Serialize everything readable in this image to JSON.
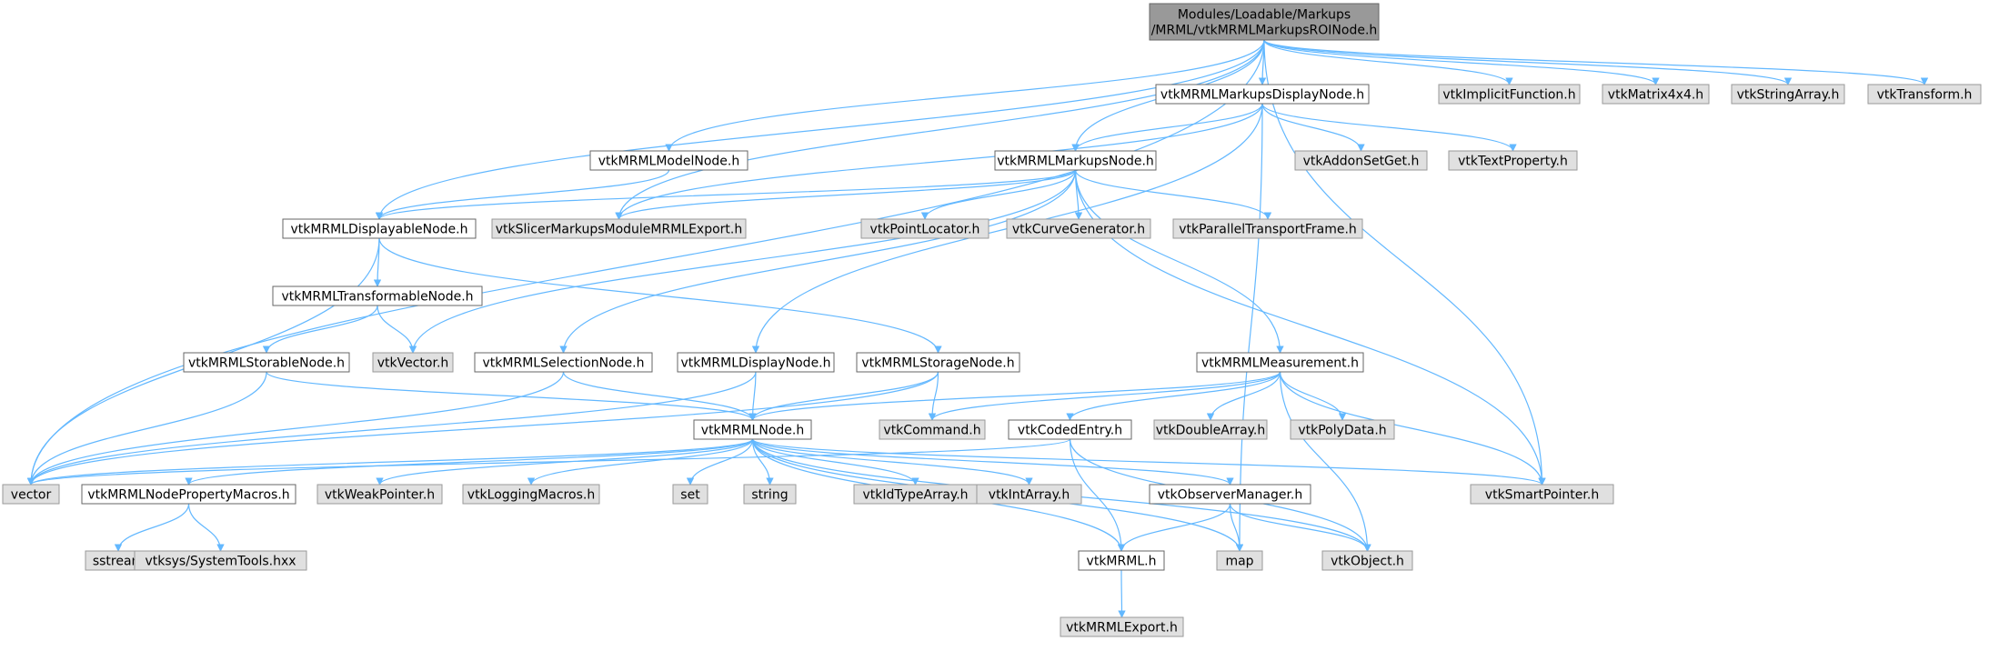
{
  "diagram": {
    "colors": {
      "edge": "#63b8ff",
      "white_fill": "#ffffff",
      "gray_fill": "#e0e0e0",
      "root_fill": "#999999",
      "border": "#666666",
      "gray_border": "#999999",
      "text": "#000000"
    },
    "nodes": [
      {
        "id": "root",
        "lines": [
          "Modules/Loadable/Markups",
          "/MRML/vtkMRMLMarkupsROINode.h"
        ],
        "style": "root"
      },
      {
        "id": "mdisp",
        "lines": [
          "vtkMRMLMarkupsDisplayNode.h"
        ],
        "style": "white"
      },
      {
        "id": "implicit",
        "lines": [
          "vtkImplicitFunction.h"
        ],
        "style": "gray"
      },
      {
        "id": "matrix",
        "lines": [
          "vtkMatrix4x4.h"
        ],
        "style": "gray"
      },
      {
        "id": "strarr",
        "lines": [
          "vtkStringArray.h"
        ],
        "style": "gray"
      },
      {
        "id": "transform",
        "lines": [
          "vtkTransform.h"
        ],
        "style": "gray"
      },
      {
        "id": "model",
        "lines": [
          "vtkMRMLModelNode.h"
        ],
        "style": "white"
      },
      {
        "id": "markups",
        "lines": [
          "vtkMRMLMarkupsNode.h"
        ],
        "style": "white"
      },
      {
        "id": "addon",
        "lines": [
          "vtkAddonSetGet.h"
        ],
        "style": "gray"
      },
      {
        "id": "textprop",
        "lines": [
          "vtkTextProperty.h"
        ],
        "style": "gray"
      },
      {
        "id": "displayable",
        "lines": [
          "vtkMRMLDisplayableNode.h"
        ],
        "style": "white"
      },
      {
        "id": "slicerexport",
        "lines": [
          "vtkSlicerMarkupsModuleMRMLExport.h"
        ],
        "style": "gray"
      },
      {
        "id": "pointloc",
        "lines": [
          "vtkPointLocator.h"
        ],
        "style": "gray"
      },
      {
        "id": "curvegen",
        "lines": [
          "vtkCurveGenerator.h"
        ],
        "style": "gray"
      },
      {
        "id": "parallel",
        "lines": [
          "vtkParallelTransportFrame.h"
        ],
        "style": "gray"
      },
      {
        "id": "transformable",
        "lines": [
          "vtkMRMLTransformableNode.h"
        ],
        "style": "white"
      },
      {
        "id": "storable",
        "lines": [
          "vtkMRMLStorableNode.h"
        ],
        "style": "white"
      },
      {
        "id": "vtkvector",
        "lines": [
          "vtkVector.h"
        ],
        "style": "gray"
      },
      {
        "id": "selection",
        "lines": [
          "vtkMRMLSelectionNode.h"
        ],
        "style": "white"
      },
      {
        "id": "displaynode",
        "lines": [
          "vtkMRMLDisplayNode.h"
        ],
        "style": "white"
      },
      {
        "id": "storage",
        "lines": [
          "vtkMRMLStorageNode.h"
        ],
        "style": "white"
      },
      {
        "id": "measurement",
        "lines": [
          "vtkMRMLMeasurement.h"
        ],
        "style": "white"
      },
      {
        "id": "mrmlnode",
        "lines": [
          "vtkMRMLNode.h"
        ],
        "style": "white"
      },
      {
        "id": "command",
        "lines": [
          "vtkCommand.h"
        ],
        "style": "gray"
      },
      {
        "id": "coded",
        "lines": [
          "vtkCodedEntry.h"
        ],
        "style": "white"
      },
      {
        "id": "doublearr",
        "lines": [
          "vtkDoubleArray.h"
        ],
        "style": "gray"
      },
      {
        "id": "polydata",
        "lines": [
          "vtkPolyData.h"
        ],
        "style": "gray"
      },
      {
        "id": "vector",
        "lines": [
          "vector"
        ],
        "style": "gray"
      },
      {
        "id": "propmacros",
        "lines": [
          "vtkMRMLNodePropertyMacros.h"
        ],
        "style": "white"
      },
      {
        "id": "weakptr",
        "lines": [
          "vtkWeakPointer.h"
        ],
        "style": "gray"
      },
      {
        "id": "logging",
        "lines": [
          "vtkLoggingMacros.h"
        ],
        "style": "gray"
      },
      {
        "id": "set",
        "lines": [
          "set"
        ],
        "style": "gray"
      },
      {
        "id": "string",
        "lines": [
          "string"
        ],
        "style": "gray"
      },
      {
        "id": "idtype",
        "lines": [
          "vtkIdTypeArray.h"
        ],
        "style": "gray"
      },
      {
        "id": "intarr",
        "lines": [
          "vtkIntArray.h"
        ],
        "style": "gray"
      },
      {
        "id": "observer",
        "lines": [
          "vtkObserverManager.h"
        ],
        "style": "white"
      },
      {
        "id": "smartptr",
        "lines": [
          "vtkSmartPointer.h"
        ],
        "style": "gray"
      },
      {
        "id": "sstream",
        "lines": [
          "sstream"
        ],
        "style": "gray"
      },
      {
        "id": "systools",
        "lines": [
          "vtksys/SystemTools.hxx"
        ],
        "style": "gray"
      },
      {
        "id": "vtkmrml",
        "lines": [
          "vtkMRML.h"
        ],
        "style": "white"
      },
      {
        "id": "map",
        "lines": [
          "map"
        ],
        "style": "gray"
      },
      {
        "id": "vtkobject",
        "lines": [
          "vtkObject.h"
        ],
        "style": "gray"
      },
      {
        "id": "mrmlexport",
        "lines": [
          "vtkMRMLExport.h"
        ],
        "style": "gray"
      }
    ],
    "edges": [
      [
        "root",
        "vector"
      ],
      [
        "root",
        "displayable"
      ],
      [
        "root",
        "model"
      ],
      [
        "root",
        "slicerexport"
      ],
      [
        "root",
        "markups"
      ],
      [
        "root",
        "mdisp"
      ],
      [
        "root",
        "smartptr"
      ],
      [
        "root",
        "implicit"
      ],
      [
        "root",
        "matrix"
      ],
      [
        "root",
        "strarr"
      ],
      [
        "root",
        "transform"
      ],
      [
        "mdisp",
        "markups"
      ],
      [
        "mdisp",
        "slicerexport"
      ],
      [
        "mdisp",
        "displaynode"
      ],
      [
        "mdisp",
        "addon"
      ],
      [
        "mdisp",
        "textprop"
      ],
      [
        "mdisp",
        "map"
      ],
      [
        "model",
        "displayable"
      ],
      [
        "markups",
        "displayable"
      ],
      [
        "markups",
        "slicerexport"
      ],
      [
        "markups",
        "vtkvector"
      ],
      [
        "markups",
        "selection"
      ],
      [
        "markups",
        "pointloc"
      ],
      [
        "markups",
        "curvegen"
      ],
      [
        "markups",
        "parallel"
      ],
      [
        "markups",
        "measurement"
      ],
      [
        "markups",
        "smartptr"
      ],
      [
        "displayable",
        "transformable"
      ],
      [
        "displayable",
        "storage"
      ],
      [
        "displayable",
        "vector"
      ],
      [
        "transformable",
        "vtkvector"
      ],
      [
        "transformable",
        "storable"
      ],
      [
        "storable",
        "mrmlnode"
      ],
      [
        "storable",
        "vector"
      ],
      [
        "selection",
        "mrmlnode"
      ],
      [
        "selection",
        "vector"
      ],
      [
        "displaynode",
        "mrmlnode"
      ],
      [
        "displaynode",
        "vector"
      ],
      [
        "storage",
        "mrmlnode"
      ],
      [
        "storage",
        "command"
      ],
      [
        "storage",
        "vector"
      ],
      [
        "measurement",
        "mrmlnode"
      ],
      [
        "measurement",
        "command"
      ],
      [
        "measurement",
        "coded"
      ],
      [
        "measurement",
        "doublearr"
      ],
      [
        "measurement",
        "polydata"
      ],
      [
        "measurement",
        "smartptr"
      ],
      [
        "measurement",
        "vtkobject"
      ],
      [
        "coded",
        "vector"
      ],
      [
        "coded",
        "vtkmrml"
      ],
      [
        "coded",
        "vtkobject"
      ],
      [
        "mrmlnode",
        "vector"
      ],
      [
        "mrmlnode",
        "propmacros"
      ],
      [
        "mrmlnode",
        "weakptr"
      ],
      [
        "mrmlnode",
        "logging"
      ],
      [
        "mrmlnode",
        "set"
      ],
      [
        "mrmlnode",
        "string"
      ],
      [
        "mrmlnode",
        "idtype"
      ],
      [
        "mrmlnode",
        "intarr"
      ],
      [
        "mrmlnode",
        "observer"
      ],
      [
        "mrmlnode",
        "smartptr"
      ],
      [
        "mrmlnode",
        "vtkobject"
      ],
      [
        "mrmlnode",
        "map"
      ],
      [
        "mrmlnode",
        "vtkmrml"
      ],
      [
        "propmacros",
        "sstream"
      ],
      [
        "propmacros",
        "systools"
      ],
      [
        "observer",
        "vtkmrml"
      ],
      [
        "observer",
        "map"
      ],
      [
        "observer",
        "vtkobject"
      ],
      [
        "vtkmrml",
        "mrmlexport"
      ]
    ]
  }
}
